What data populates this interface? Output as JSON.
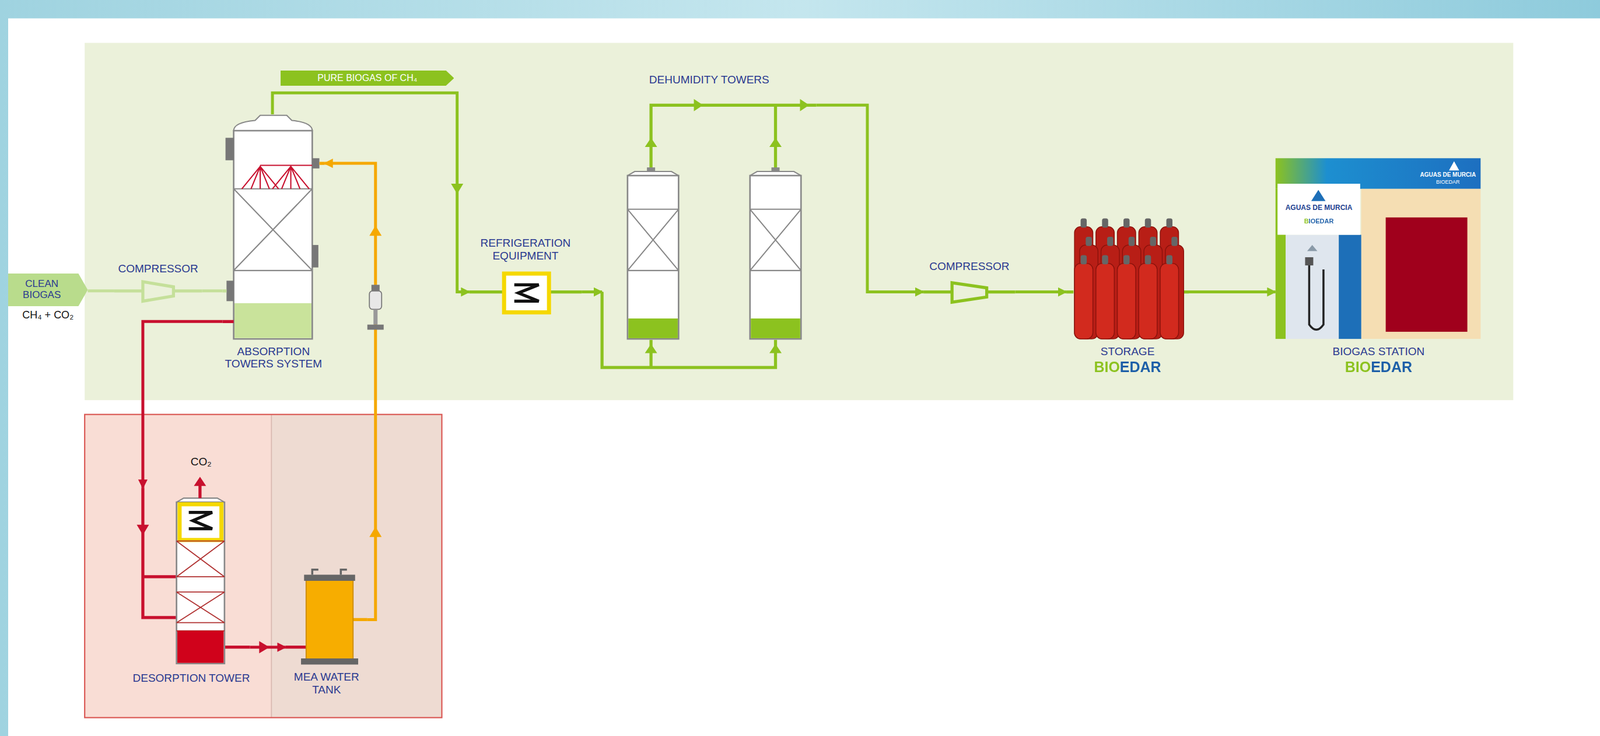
{
  "diagram": {
    "nodes": [
      {
        "text": [
          "CLEAN BIOGAS",
          "CH₄ + CO₂"
        ]
      },
      {
        "text": [
          "COMPRESSOR"
        ]
      },
      {
        "text": [
          "ABSORPTION TOWERS SYSTEM"
        ]
      },
      {
        "text": [
          "REFRIGERATION EQUIPMENT"
        ]
      },
      {
        "text": [
          "DEHUMIDITY TOWERS"
        ]
      },
      {
        "text": [
          "COMPRESSOR"
        ]
      },
      {
        "text": [
          "STORAGE",
          "BIOEDAR"
        ]
      },
      {
        "text": [
          "BIOGAS STATION",
          "BIOEDAR"
        ]
      },
      {
        "text": [
          "DESORPTION TOWER"
        ]
      },
      {
        "text": [
          "MEA WATER TANK"
        ]
      }
    ],
    "edges": [
      {
        "from": 0,
        "to": 1,
        "arrow": "none"
      },
      {
        "from": 1,
        "to": 2,
        "arrow": "none"
      },
      {
        "from": 2,
        "to": 3,
        "label": "PURE BIOGAS OF CH₄",
        "arrow": "to"
      },
      {
        "from": 3,
        "to": 4,
        "arrow": "to"
      },
      {
        "from": 4,
        "to": 5,
        "arrow": "to"
      },
      {
        "from": 5,
        "to": 6,
        "arrow": "to"
      },
      {
        "from": 6,
        "to": 7,
        "arrow": "to"
      },
      {
        "from": 2,
        "to": 8,
        "arrow": "to"
      },
      {
        "from": 8,
        "to": 9,
        "arrow": "to"
      },
      {
        "from": 9,
        "to": 2,
        "arrow": "to"
      }
    ],
    "labels": [
      "CO₂",
      "AGUAS DE MURCIA",
      "BIOEDAR",
      "AGUAS DE MURCIA",
      "BIOEDAR"
    ]
  }
}
